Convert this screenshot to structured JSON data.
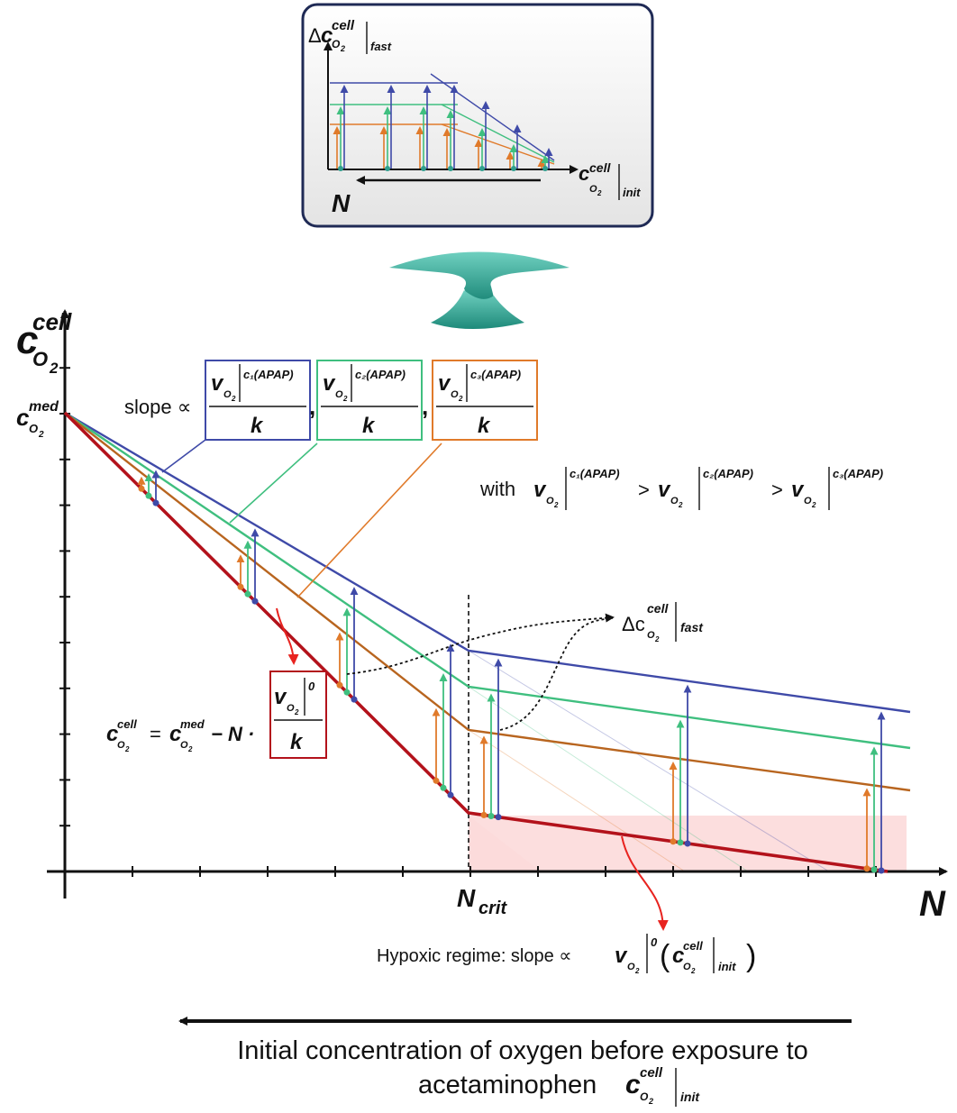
{
  "colors": {
    "blue": "#3f4aa8",
    "green": "#3fbf7f",
    "orange": "#e07a2a",
    "red": "#b3121b",
    "hypoxic_fill": "#fbd8d8",
    "arrow_green": "#2f9e8e"
  },
  "inset": {
    "ylabel_delta": "Δ",
    "ylabel_c": "c",
    "ylabel_sup": "cell",
    "ylabel_sub": "O",
    "ylabel_sub2": "2",
    "ylabel_bar": "fast",
    "xlabel_c": "c",
    "xlabel_sup": "cell",
    "xlabel_sub": "O",
    "xlabel_sub2": "2",
    "xlabel_bar": "init",
    "n_label": "N"
  },
  "main": {
    "yaxis_c": "c",
    "yaxis_sup": "cell",
    "yaxis_sub": "O",
    "yaxis_sub2": "2",
    "ymed_c": "c",
    "ymed_sup": "med",
    "ymed_sub": "O",
    "ymed_sub2": "2",
    "xaxis_label": "N",
    "ncrit_n": "N",
    "ncrit_sub": "crit",
    "slope_label": "slope ∝",
    "box_v": "v",
    "box_sub": "O",
    "box_sub2": "2",
    "box_sups": [
      "c₁(APAP)",
      "c₂(APAP)",
      "c₃(APAP)"
    ],
    "box_k": "k",
    "comma": ",",
    "with_label": "with",
    "gt": ">",
    "fast_delta": "Δc",
    "fast_sup": "cell",
    "fast_sub": "O",
    "fast_sub2": "2",
    "fast_bar": "fast",
    "eq_c": "c",
    "eq_sup": "cell",
    "eq_sub": "O",
    "eq_sub2": "2",
    "eq_eq": "=",
    "eq_c2": "c",
    "eq_sup2": "med",
    "eq_minus": "− N ·",
    "eq_v": "v",
    "eq_zero": "0",
    "eq_k": "k",
    "hypoxic_text": "Hypoxic regime: slope ∝",
    "hypoxic_v": "v",
    "hypoxic_zero": "0",
    "hypoxic_c": "c",
    "hypoxic_sup": "cell",
    "hypoxic_init": "init",
    "bottom_line1": "Initial concentration of oxygen before exposure to",
    "bottom_line2": "acetaminophen",
    "bottom_c": "c",
    "bottom_sup": "cell",
    "bottom_sub": "O",
    "bottom_sub2": "2",
    "bottom_init": "init"
  }
}
